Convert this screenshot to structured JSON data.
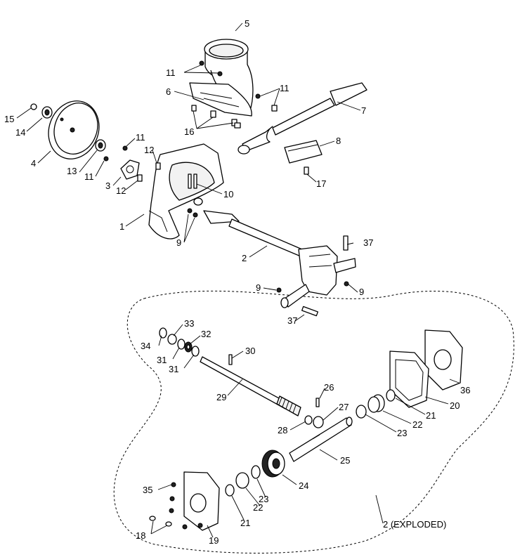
{
  "diagram": {
    "labels": [
      {
        "id": "1",
        "text": "1"
      },
      {
        "id": "2",
        "text": "2"
      },
      {
        "id": "3",
        "text": "3"
      },
      {
        "id": "4",
        "text": "4"
      },
      {
        "id": "5",
        "text": "5"
      },
      {
        "id": "6",
        "text": "6"
      },
      {
        "id": "7",
        "text": "7"
      },
      {
        "id": "8",
        "text": "8"
      },
      {
        "id": "9a",
        "text": "9"
      },
      {
        "id": "9b",
        "text": "9"
      },
      {
        "id": "9c",
        "text": "9"
      },
      {
        "id": "10",
        "text": "10"
      },
      {
        "id": "11a",
        "text": "11"
      },
      {
        "id": "11b",
        "text": "11"
      },
      {
        "id": "11c",
        "text": "11"
      },
      {
        "id": "11d",
        "text": "11"
      },
      {
        "id": "12a",
        "text": "12"
      },
      {
        "id": "12b",
        "text": "12"
      },
      {
        "id": "13",
        "text": "13"
      },
      {
        "id": "14",
        "text": "14"
      },
      {
        "id": "15",
        "text": "15"
      },
      {
        "id": "16",
        "text": "16"
      },
      {
        "id": "17",
        "text": "17"
      },
      {
        "id": "18",
        "text": "18"
      },
      {
        "id": "19",
        "text": "19"
      },
      {
        "id": "20",
        "text": "20"
      },
      {
        "id": "21a",
        "text": "21"
      },
      {
        "id": "21b",
        "text": "21"
      },
      {
        "id": "22a",
        "text": "22"
      },
      {
        "id": "22b",
        "text": "22"
      },
      {
        "id": "23a",
        "text": "23"
      },
      {
        "id": "23b",
        "text": "23"
      },
      {
        "id": "24",
        "text": "24"
      },
      {
        "id": "25",
        "text": "25"
      },
      {
        "id": "26",
        "text": "26"
      },
      {
        "id": "27",
        "text": "27"
      },
      {
        "id": "28",
        "text": "28"
      },
      {
        "id": "29",
        "text": "29"
      },
      {
        "id": "30",
        "text": "30"
      },
      {
        "id": "31a",
        "text": "31"
      },
      {
        "id": "31b",
        "text": "31"
      },
      {
        "id": "32",
        "text": "32"
      },
      {
        "id": "33",
        "text": "33"
      },
      {
        "id": "34",
        "text": "34"
      },
      {
        "id": "35",
        "text": "35"
      },
      {
        "id": "36",
        "text": "36"
      },
      {
        "id": "37a",
        "text": "37"
      },
      {
        "id": "37b",
        "text": "37"
      },
      {
        "id": "exploded",
        "text": "2 (EXPLODED)"
      }
    ]
  }
}
